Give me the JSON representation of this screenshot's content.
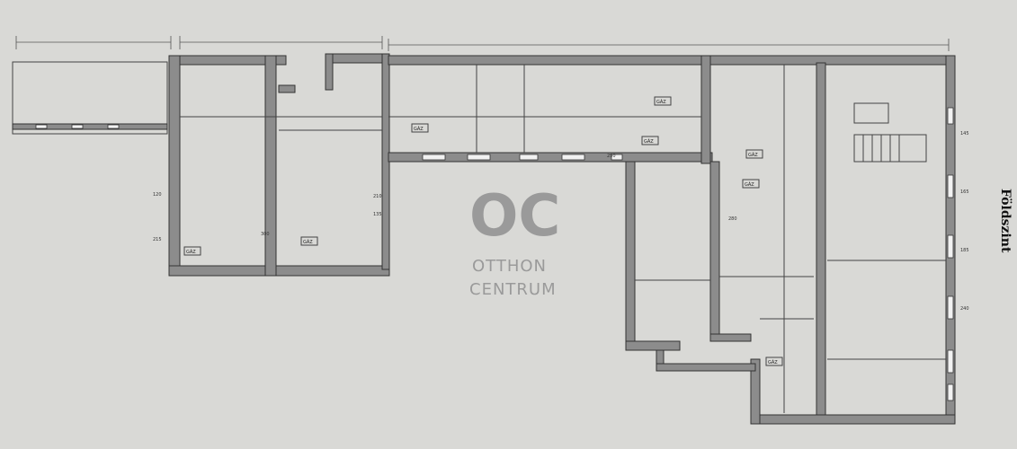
{
  "floor_label": "Földszint",
  "logo": {
    "mark": "OC",
    "line1": "OTTHON",
    "line2": "CENTRUM"
  },
  "gaz_tags": [
    "GÁZ",
    "GÁZ",
    "GÁZ",
    "GÁZ",
    "GÁZ",
    "GÁZ",
    "GÁZ",
    "GÁZ"
  ],
  "dimension_labels": [
    "120",
    "135",
    "210",
    "215",
    "250",
    "280",
    "300",
    "145",
    "165",
    "185",
    "240"
  ],
  "colors": {
    "background": "#d9d9d6",
    "wall": "#8c8c8c",
    "logo": "#9a9a9a"
  }
}
